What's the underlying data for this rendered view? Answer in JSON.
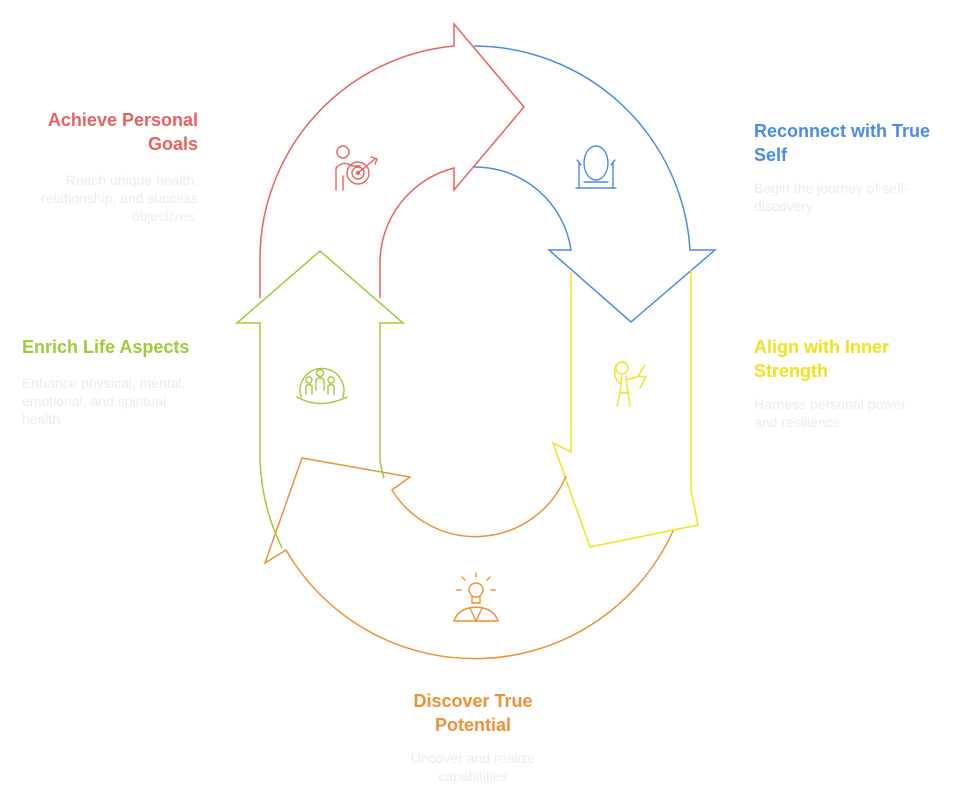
{
  "colors": {
    "red": "#e8625d",
    "blue": "#4a8ce3",
    "yellow": "#f0e21d",
    "orange": "#ee9136",
    "green": "#9fcb39",
    "description": "#ececec"
  },
  "steps": [
    {
      "title": "Achieve Personal Goals",
      "title_lines": [
        "Achieve Personal",
        "Goals"
      ],
      "description": "Reach unique health, relationship, and success objectives.",
      "description_lines": [
        "Reach unique health,",
        "relationship, and success",
        "objectives."
      ],
      "color": "#e8625d",
      "icon": "target-person-icon"
    },
    {
      "title": "Reconnect with True Self",
      "title_lines": [
        "Reconnect with True",
        "Self"
      ],
      "description": "Begin the journey of self-discovery",
      "description_lines": [
        "Begin the journey of self-",
        "discovery"
      ],
      "color": "#4a8ce3",
      "icon": "mirror-icon"
    },
    {
      "title": "Align with Inner Strength",
      "title_lines": [
        "Align with Inner",
        "Strength"
      ],
      "description": "Harness personal power and resilience",
      "description_lines": [
        "Harness personal power",
        "and resilience"
      ],
      "color": "#f0e21d",
      "icon": "woman-lightning-icon"
    },
    {
      "title": "Discover True Potential",
      "title_lines": [
        "Discover True",
        "Potential"
      ],
      "description": "Uncover and realize capabilities",
      "description_lines": [
        "Uncover and realize",
        "capabilities"
      ],
      "color": "#ee9136",
      "icon": "person-lightbulb-icon"
    },
    {
      "title": "Enrich Life Aspects",
      "title_lines": [
        "Enrich Life Aspects"
      ],
      "description": "Enhance physical, mental, emotional, and spiritual health",
      "description_lines": [
        "Enhance physical, mental,",
        "emotional, and spiritual",
        "health"
      ],
      "color": "#9fcb39",
      "icon": "family-globe-icon"
    }
  ]
}
